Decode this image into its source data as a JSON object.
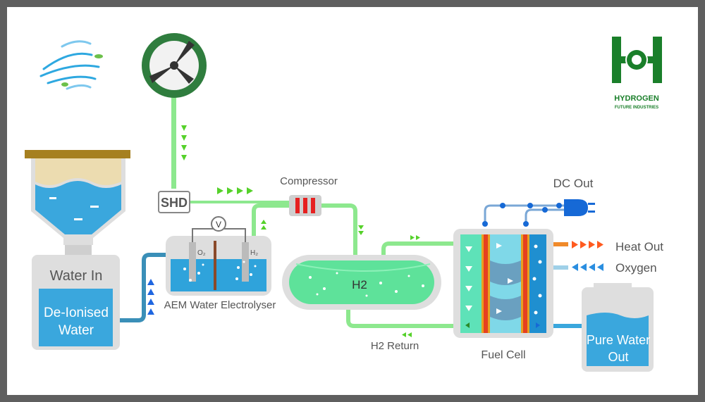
{
  "labels": {
    "water_in": "Water In",
    "deionised_line1": "De-Ionised",
    "deionised_line2": "Water",
    "shd": "SHD",
    "voltmeter": "V",
    "electrode_o2": "O₂",
    "electrode_h2": "H₂",
    "electrolyser": "AEM Water Electrolyser",
    "compressor": "Compressor",
    "tank": "H2",
    "h2_return": "H2 Return",
    "fuel_cell": "Fuel Cell",
    "dc_out": "DC Out",
    "heat_out": "Heat Out",
    "oxygen": "Oxygen",
    "pure_water_line1": "Pure Water",
    "pure_water_line2": "Out"
  },
  "logo": {
    "line1": "HYDROGEN",
    "line2": "FUTURE INDUSTRIES"
  },
  "colors": {
    "green_pipe": "#8de88e",
    "arrow_green": "#55d12a",
    "water_blue": "#3aa7dd",
    "grey_device": "#d9d9d9",
    "h2_gas": "#5ee29a",
    "heat_arrows": "#ff5a1f",
    "oxygen_arrows": "#2a8ee0",
    "logo_green": "#1a7f2a",
    "turbine_green": "#2f7d3e"
  },
  "icons": [
    "wind-icon",
    "wind-turbine-icon",
    "plug-icon",
    "bubbles-icon"
  ]
}
